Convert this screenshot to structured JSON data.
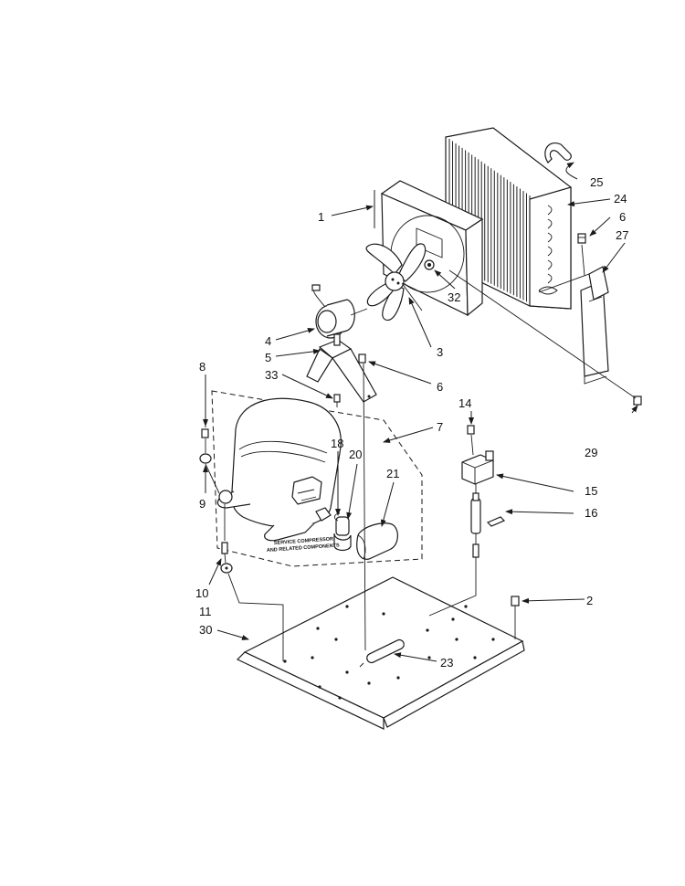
{
  "callouts": {
    "c1": "1",
    "c2": "2",
    "c3": "3",
    "c4": "4",
    "c5": "5",
    "c6a": "6",
    "c6b": "6",
    "c7": "7",
    "c8": "8",
    "c9": "9",
    "c10": "10",
    "c11": "11",
    "c14": "14",
    "c15": "15",
    "c16": "16",
    "c18": "18",
    "c20": "20",
    "c21": "21",
    "c23": "23",
    "c24": "24",
    "c25": "25",
    "c27": "27",
    "c29": "29",
    "c30": "30",
    "c32": "32",
    "c33": "33"
  },
  "notes": {
    "service_line1": "SERVICE COMPRESSOR",
    "service_line2": "AND RELATED COMPONENTS"
  }
}
